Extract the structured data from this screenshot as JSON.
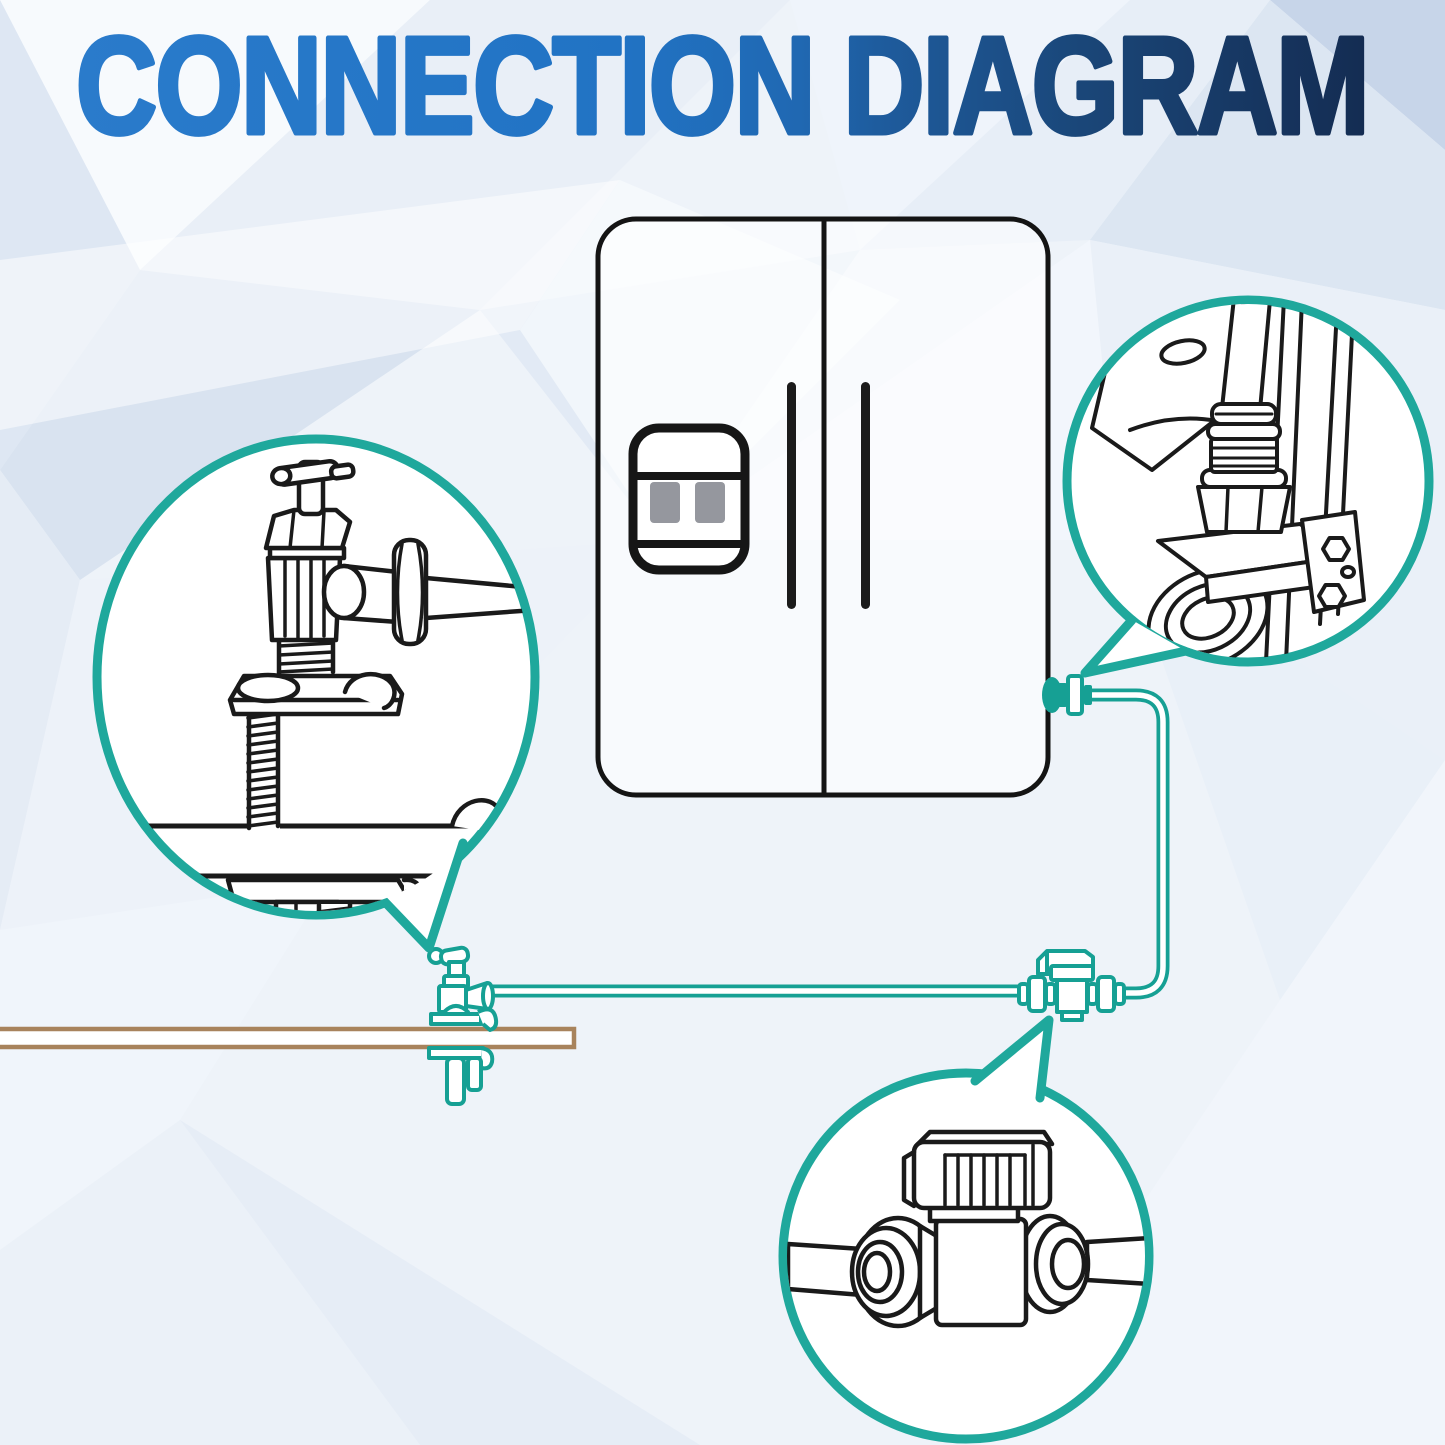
{
  "title": "CONNECTION DIAGRAM",
  "colors": {
    "title_gradient_start": "#2A7BCB",
    "title_gradient_mid": "#2173C4",
    "title_gradient_end": "#142C52",
    "accent_teal": "#16A094",
    "callout_ring_teal": "#1FA89C",
    "line_black": "#1A1A1A",
    "pipe_brown": "#A8835C",
    "dispenser_gray": "#95979E",
    "background_base": "#EEF3F9"
  },
  "diagram": {
    "icons": [
      {
        "name": "refrigerator-icon",
        "meaning": "side-by-side refrigerator outline"
      },
      {
        "name": "water-dispenser-icon",
        "meaning": "door water/ice dispenser"
      },
      {
        "name": "quick-connect-fitting-icon",
        "meaning": "teal quick-connect at fridge inlet"
      },
      {
        "name": "inline-shutoff-valve-icon",
        "meaning": "teal tee shut-off valve on tubing"
      },
      {
        "name": "saddle-valve-icon",
        "meaning": "teal self-piercing saddle valve on supply pipe"
      },
      {
        "name": "water-supply-pipe-icon",
        "meaning": "brown cold water supply pipe"
      },
      {
        "name": "water-tubing-icon",
        "meaning": "teal 1/4 inch water tubing"
      },
      {
        "name": "callout-saddle-valve-detail",
        "meaning": "zoom bubble: saddle valve clamped to pipe"
      },
      {
        "name": "callout-fridge-connection-detail",
        "meaning": "zoom bubble: compression fitting at fridge inlet valve"
      },
      {
        "name": "callout-inline-valve-detail",
        "meaning": "zoom bubble: inline quick-connect shut-off valve"
      }
    ]
  }
}
